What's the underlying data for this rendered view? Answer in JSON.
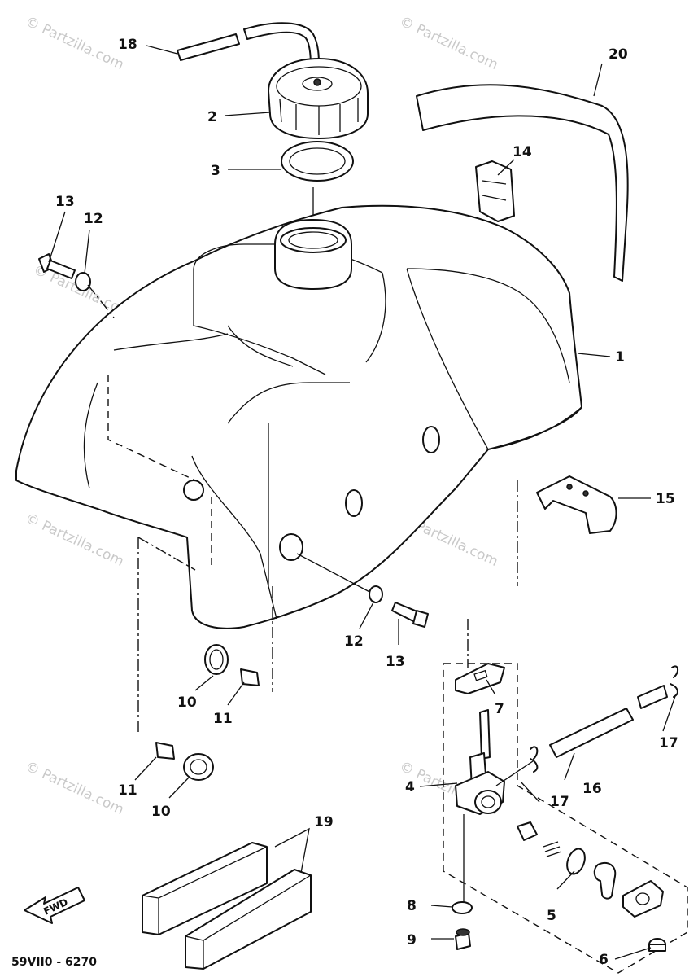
{
  "watermarks": [
    "© Partzilla.com"
  ],
  "diagram_code": "59VII0 - 6270",
  "fwd_badge": "FWD",
  "callouts": {
    "c1": "1",
    "c2": "2",
    "c3": "3",
    "c4": "4",
    "c5": "5",
    "c6": "6",
    "c7": "7",
    "c8": "8",
    "c9": "9",
    "c10a": "10",
    "c10b": "10",
    "c11a": "11",
    "c11b": "11",
    "c12a": "12",
    "c12b": "12",
    "c13a": "13",
    "c13b": "13",
    "c14": "14",
    "c15": "15",
    "c16": "16",
    "c17a": "17",
    "c17b": "17",
    "c18": "18",
    "c19": "19",
    "c20": "20"
  }
}
